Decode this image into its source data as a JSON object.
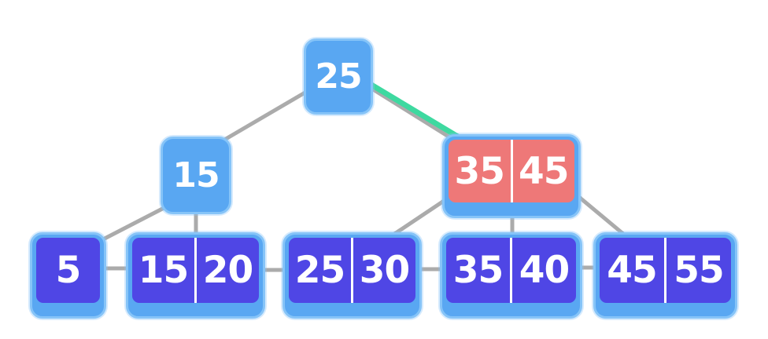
{
  "diagram": {
    "kind": "b-tree-insertion-visualization",
    "highlighted_node": "internal_35_45",
    "highlighted_edge": "root_to_internal_35_45"
  },
  "colors": {
    "background": "#ffffff",
    "node_blue": "#59a7f2",
    "node_border": "#86c4f8",
    "node_indigo": "#4f46e5",
    "node_red": "#ee7878",
    "divider": "#ffffff",
    "edge": "#ababab",
    "edge_highlight": "#3ed9a0",
    "text": "#ffffff"
  },
  "nodes": {
    "root": {
      "keys": [
        "25"
      ],
      "level": 0,
      "variant": "blue"
    },
    "internal_15": {
      "keys": [
        "15"
      ],
      "level": 1,
      "variant": "blue"
    },
    "internal_35_45": {
      "keys": [
        "35",
        "45"
      ],
      "level": 1,
      "variant": "red-highlight"
    },
    "leaf_5": {
      "keys": [
        "5"
      ],
      "level": 2,
      "variant": "indigo"
    },
    "leaf_15_20": {
      "keys": [
        "15",
        "20"
      ],
      "level": 2,
      "variant": "indigo"
    },
    "leaf_25_30": {
      "keys": [
        "25",
        "30"
      ],
      "level": 2,
      "variant": "indigo"
    },
    "leaf_35_40": {
      "keys": [
        "35",
        "40"
      ],
      "level": 2,
      "variant": "indigo"
    },
    "leaf_45_55": {
      "keys": [
        "45",
        "55"
      ],
      "level": 2,
      "variant": "indigo"
    }
  },
  "edges": [
    {
      "from": "root",
      "to": "internal_15",
      "style": "gray"
    },
    {
      "from": "root",
      "to": "internal_35_45",
      "style": "gray+green-highlight"
    },
    {
      "from": "internal_15",
      "to": "leaf_5",
      "style": "gray"
    },
    {
      "from": "internal_15",
      "to": "leaf_15_20",
      "style": "gray"
    },
    {
      "from": "internal_35_45",
      "to": "leaf_25_30",
      "style": "gray"
    },
    {
      "from": "internal_35_45",
      "to": "leaf_35_40",
      "style": "gray"
    },
    {
      "from": "internal_35_45",
      "to": "leaf_45_55",
      "style": "gray"
    },
    {
      "from": "leaf_5",
      "to": "leaf_15_20",
      "style": "gray-sibling-link"
    },
    {
      "from": "leaf_15_20",
      "to": "leaf_25_30",
      "style": "gray-sibling-link"
    },
    {
      "from": "leaf_25_30",
      "to": "leaf_35_40",
      "style": "gray-sibling-link"
    },
    {
      "from": "leaf_35_40",
      "to": "leaf_45_55",
      "style": "gray-sibling-link"
    }
  ]
}
